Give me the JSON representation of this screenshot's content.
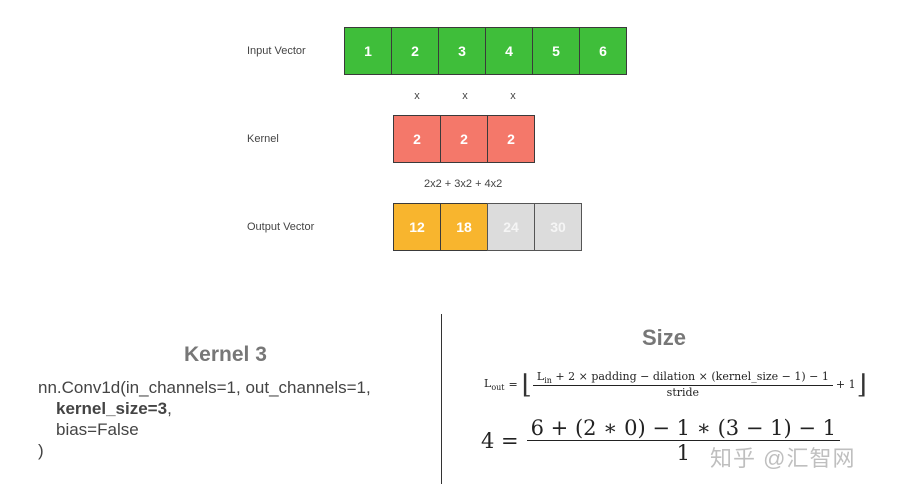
{
  "rows": {
    "input": {
      "label": "Input Vector",
      "cells": [
        "1",
        "2",
        "3",
        "4",
        "5",
        "6"
      ]
    },
    "multiply_signs": [
      "x",
      "x",
      "x"
    ],
    "kernel": {
      "label": "Kernel",
      "cells": [
        "2",
        "2",
        "2"
      ]
    },
    "calculation": "2x2 + 3x2 + 4x2",
    "output": {
      "label": "Output Vector",
      "cells": [
        "12",
        "18",
        "24",
        "30"
      ]
    }
  },
  "left_panel": {
    "title": "Kernel 3",
    "code_line1": "nn.Conv1d(in_channels=1, out_channels=1,",
    "code_kernel": "kernel_size=3",
    "code_kernel_comma": ",",
    "code_bias": "bias=False",
    "code_close": ")"
  },
  "right_panel": {
    "title": "Size",
    "formula": {
      "lhs": "L",
      "lhs_sub": "out",
      "equals": "=",
      "numerator_L": "L",
      "numerator_sub": "in",
      "numerator_rest": "+ 2 × padding − dilation × (kernel_size − 1) − 1",
      "denominator": "stride",
      "plus_one": "+ 1"
    },
    "example": {
      "lhs": "4 =",
      "numerator": "6 + (2 ∗ 0) − 1 ∗ (3 − 1) − 1",
      "denominator": "1"
    }
  },
  "watermark": "知乎 @汇智网",
  "colors": {
    "input": "#3fbe3a",
    "kernel": "#f4786a",
    "output_done": "#f8b52e",
    "output_pending": "#dcdcdc"
  }
}
